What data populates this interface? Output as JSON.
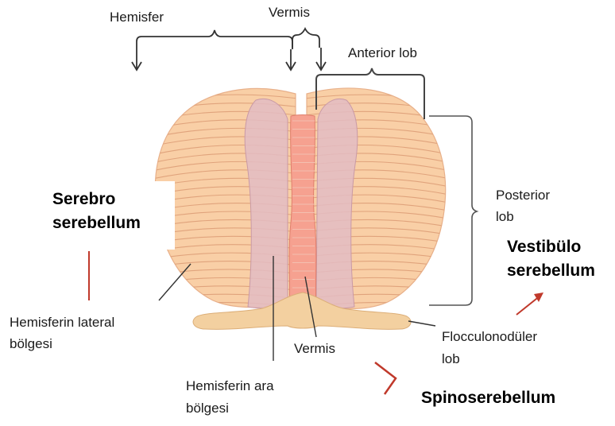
{
  "labels": {
    "hemisfer": "Hemisfer",
    "vermis_top": "Vermis",
    "anterior_lob": "Anterior lob",
    "posterior_lob": [
      "Posterior",
      "lob"
    ],
    "serebro_serebellum": [
      "Serebro",
      "serebellum"
    ],
    "vestibulo_serebellum": [
      "Vestibülo",
      "serebellum"
    ],
    "hemisferin_lateral": [
      "Hemisferin lateral",
      "bölgesi"
    ],
    "vermis_bottom": "Vermis",
    "flocculonoduler": [
      "Flocculonodüler",
      "lob"
    ],
    "hemisferin_ara": [
      "Hemisferin ara",
      "bölgesi"
    ],
    "spinoserebellum": "Spinoserebellum"
  },
  "colors": {
    "hemisphere": "#f9cfa6",
    "hemisphere_line": "#e0a37c",
    "intermediate_zone": "#e3bcc3",
    "vermis": "#f6a190",
    "flocculus": "#f3d0a0",
    "bracket": "#333333",
    "red_pointer": "#c0392b"
  }
}
